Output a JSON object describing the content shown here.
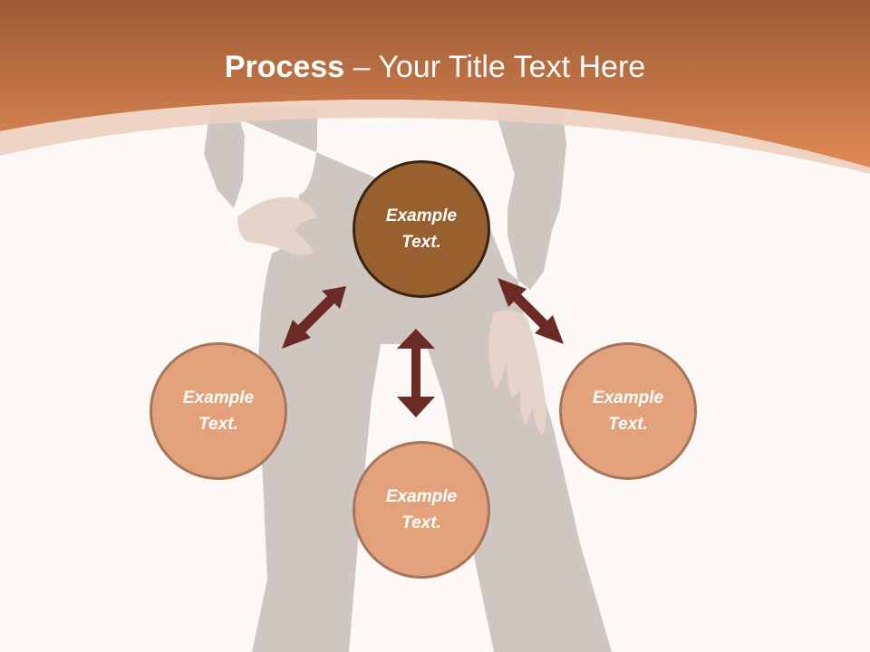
{
  "slide": {
    "title_bold": "Process",
    "title_rest": " – Your Title Text Here"
  },
  "nodes": {
    "top": {
      "line1": "Example",
      "line2": "Text."
    },
    "left": {
      "line1": "Example",
      "line2": "Text."
    },
    "bottom": {
      "line1": "Example",
      "line2": "Text."
    },
    "right": {
      "line1": "Example",
      "line2": "Text."
    }
  },
  "colors": {
    "header_top": "#9c5a34",
    "header_bottom": "#e08a55",
    "background": "#fbf8f6",
    "center_node": "#98602f",
    "outer_node": "#e4a27c",
    "arrow": "#6b2a24"
  }
}
